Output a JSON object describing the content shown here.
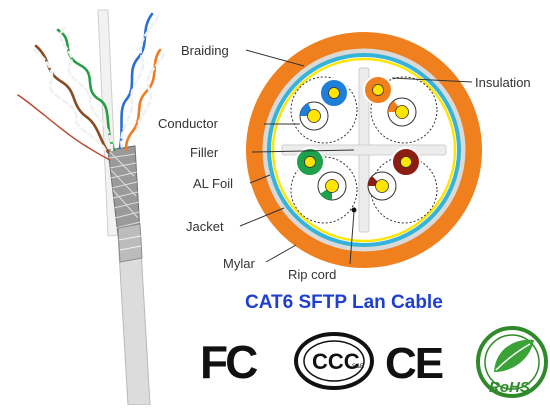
{
  "labels": {
    "braiding": "Braiding",
    "conductor": "Conductor",
    "filler": "Filler",
    "al_foil": "AL Foil",
    "jacket": "Jacket",
    "mylar": "Mylar",
    "rip_cord": "Rip  cord",
    "insulation": "Insulation"
  },
  "title": "CAT6  SFTP Lan Cable",
  "certifications": {
    "fc": "FC",
    "ccc": "CCC",
    "ccc_mark": "S&E",
    "ce": "CE",
    "rohs": "RoHS"
  },
  "colors": {
    "jacket": "#f0801e",
    "foil": "#35b3d8",
    "braid": "#d8d8d8",
    "mylar": "#ffe500",
    "blue": "#1f7fd8",
    "orange": "#f0801e",
    "green": "#1fa04a",
    "brown": "#8b1d12",
    "conductor": "#ffe500",
    "title": "#1f3fd0",
    "rohs": "#2f8a2a"
  }
}
